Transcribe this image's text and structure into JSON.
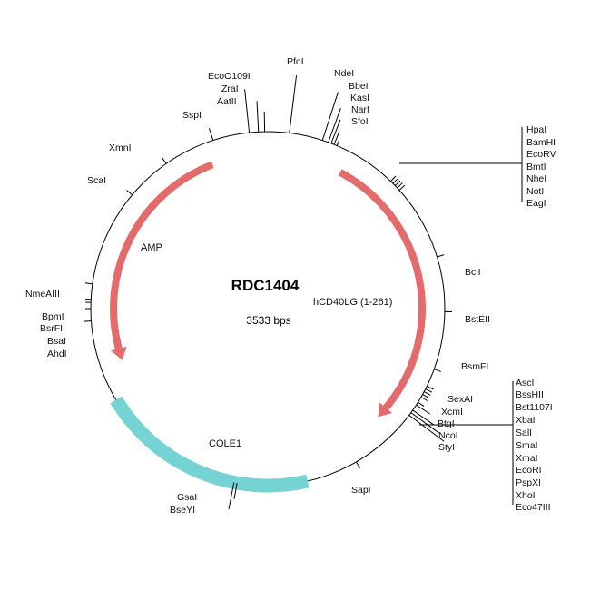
{
  "plasmid": {
    "name": "RDC1404",
    "size_label": "3533 bps",
    "backbone_color": "#000000"
  },
  "features": [
    {
      "name": "hCD40LG (1-261)",
      "type": "arrow",
      "color": "#e46b6b"
    },
    {
      "name": "AMP",
      "type": "arrow",
      "color": "#e46b6b"
    },
    {
      "name": "COLE1",
      "type": "band",
      "color": "#76d3d3"
    }
  ],
  "sites": {
    "top": [
      "EcoO109I",
      "ZraI",
      "AatII",
      "PfoI",
      "NdeI",
      "BbeI",
      "KasI",
      "NarI",
      "SfoI"
    ],
    "top_right_cluster": [
      "HpaI",
      "BamHI",
      "EcoRV",
      "BmtI",
      "NheI",
      "NotI",
      "EagI"
    ],
    "right": [
      "BclI",
      "BstEII",
      "BsmFI"
    ],
    "lower_right": [
      "SexAI",
      "XcmI",
      "BtgI",
      "NcoI",
      "StyI"
    ],
    "lower_right_cluster": [
      "AscI",
      "BssHII",
      "Bst1107I",
      "XbaI",
      "SalI",
      "SmaI",
      "XmaI",
      "EcoRI",
      "PspXI",
      "XhoI",
      "Eco47III"
    ],
    "bottom": [
      "SapI",
      "GsaI",
      "BseYI"
    ],
    "left": [
      "SspI",
      "XmnI",
      "ScaI",
      "NmeAIII",
      "BpmI",
      "BsrFI",
      "BsaI",
      "AhdI"
    ]
  }
}
